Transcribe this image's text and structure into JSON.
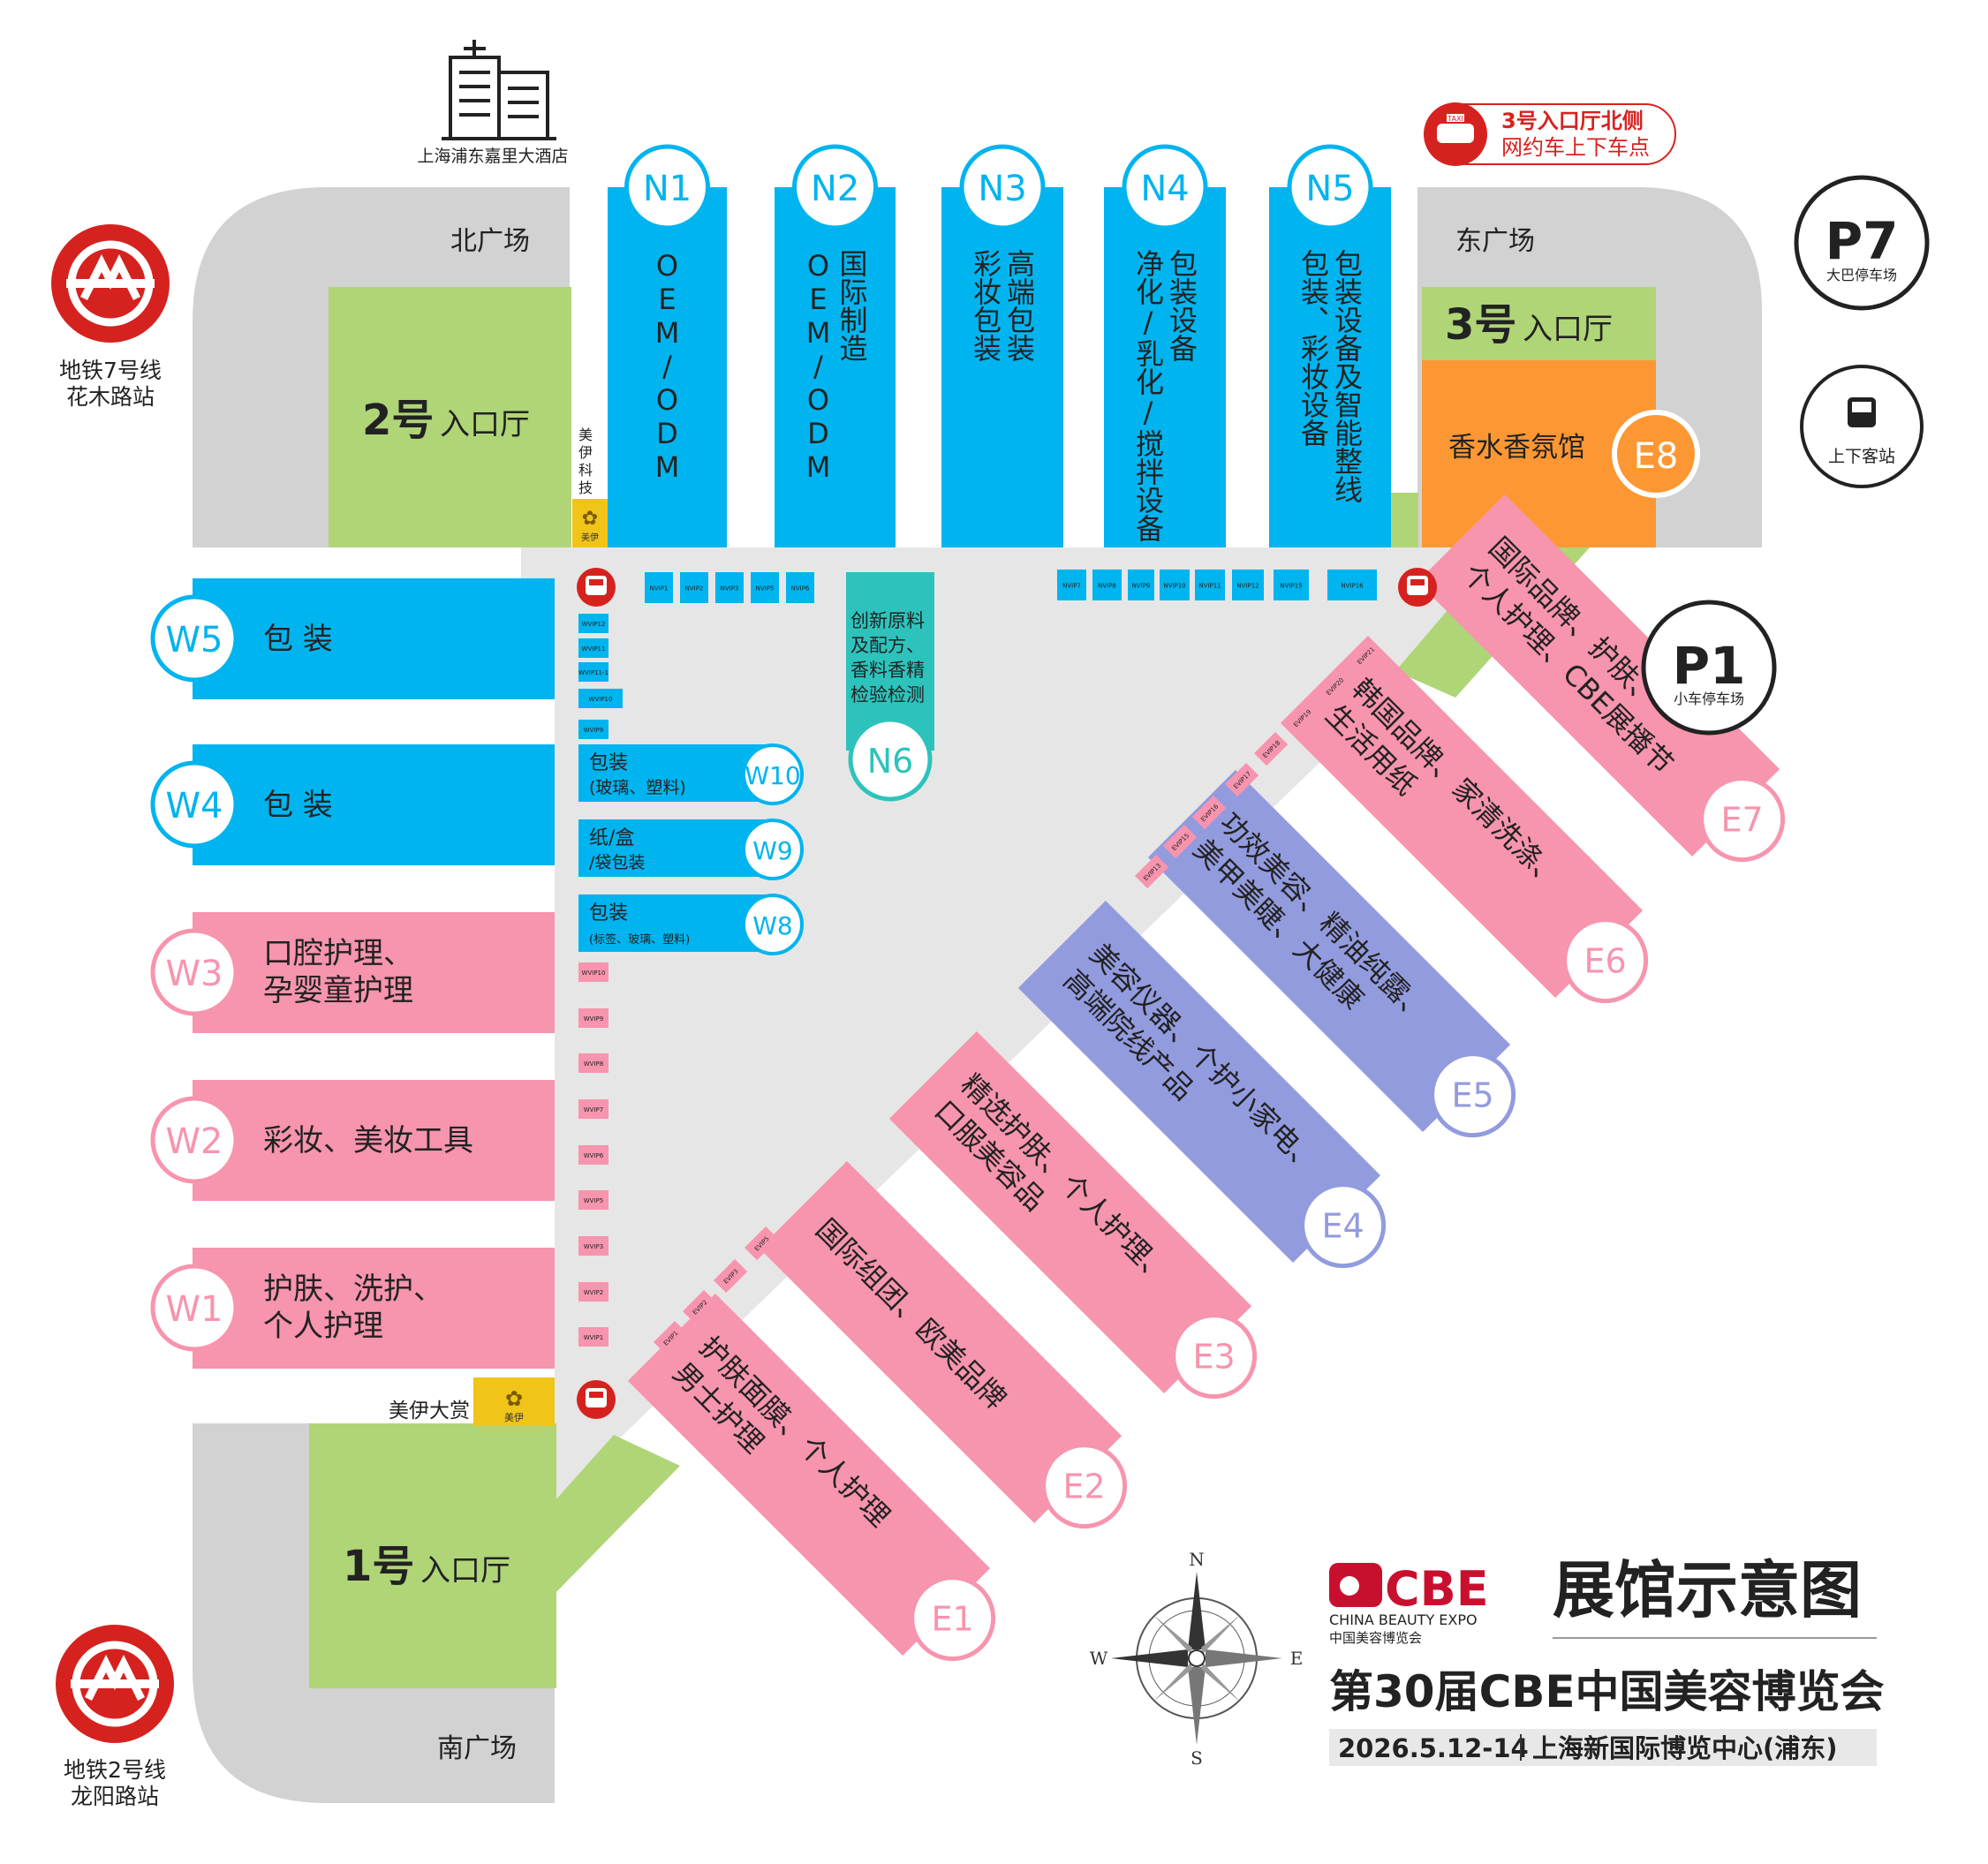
{
  "title": "展馆示意图",
  "event": {
    "name": "第30届CBE中国美容博览会",
    "date": "2026.5.12-14",
    "venue": "上海新国际博览中心(浦东)",
    "logo_text": "CBE",
    "logo_sub_en": "CHINA BEAUTY EXPO",
    "logo_sub_cn": "中国美容博览会"
  },
  "compass": {
    "n": "N",
    "s": "S",
    "e": "E",
    "w": "W"
  },
  "plazas": {
    "north": "北广场",
    "east": "东广场",
    "south": "南广场"
  },
  "entrances": {
    "e1": {
      "num": "1号",
      "label": "入口厅"
    },
    "e2": {
      "num": "2号",
      "label": "入口厅"
    },
    "e3": {
      "num": "3号",
      "label": "入口厅"
    }
  },
  "metro": {
    "line7": {
      "line": "地铁7号线",
      "station": "花木路站"
    },
    "line2": {
      "line": "地铁2号线",
      "station": "龙阳路站"
    }
  },
  "hotel": "上海浦东嘉里大酒店",
  "taxi": {
    "line1": "3号入口厅北侧",
    "line2": "网约车上下车点",
    "sign": "TAXI"
  },
  "parking": {
    "p7": {
      "code": "P7",
      "label": "大巴停车场"
    },
    "p1": {
      "code": "P1",
      "label": "小车停车场"
    },
    "bus": {
      "label": "上下客站"
    }
  },
  "meiyi": {
    "tech_chars": [
      "美",
      "伊",
      "科",
      "技"
    ],
    "award": "美伊大赏",
    "logo_label": "美伊"
  },
  "halls_north": [
    {
      "id": "N1",
      "lines": [
        "OEM/ODM"
      ]
    },
    {
      "id": "N2",
      "lines": [
        "国际制造",
        "OEM/ODM"
      ]
    },
    {
      "id": "N3",
      "lines": [
        "高端包装",
        "彩妆包装"
      ]
    },
    {
      "id": "N4",
      "lines": [
        "包装设备",
        "净化/乳化/搅拌设备"
      ]
    },
    {
      "id": "N5",
      "lines": [
        "包装设备及智能整线",
        "包装、彩妆设备"
      ]
    }
  ],
  "hall_n6": {
    "id": "N6",
    "lines": [
      "创新原料",
      "及配方、",
      "香料香精",
      "检验检测"
    ]
  },
  "hall_e8": {
    "id": "E8",
    "label": "香水香氛馆"
  },
  "halls_west": [
    {
      "id": "W5",
      "lines": [
        "包 装"
      ]
    },
    {
      "id": "W4",
      "lines": [
        "包 装"
      ]
    },
    {
      "id": "W3",
      "lines": [
        "口腔护理、",
        "孕婴童护理"
      ]
    },
    {
      "id": "W2",
      "lines": [
        "彩妆、美妆工具"
      ]
    },
    {
      "id": "W1",
      "lines": [
        "护肤、洗护、",
        "个人护理"
      ]
    }
  ],
  "halls_mid": [
    {
      "id": "W10",
      "main": "包装",
      "sub": "(玻璃、塑料)"
    },
    {
      "id": "W9",
      "main": "纸/盒",
      "sub": "/袋包装"
    },
    {
      "id": "W8",
      "main": "包装",
      "sub": "(标签、玻璃、塑料)"
    }
  ],
  "halls_east": [
    {
      "id": "E1",
      "lines": [
        "护肤面膜、个人护理",
        "男士护理"
      ]
    },
    {
      "id": "E2",
      "lines": [
        "国际组团、欧美品牌"
      ]
    },
    {
      "id": "E3",
      "lines": [
        "精选护肤、个人护理、",
        "口服美容品"
      ]
    },
    {
      "id": "E4",
      "lines": [
        "美容仪器、个护小家电、",
        "高端院线产品"
      ]
    },
    {
      "id": "E5",
      "lines": [
        "功效美容、精油纯露、",
        "美甲美睫、大健康"
      ]
    },
    {
      "id": "E6",
      "lines": [
        "韩国品牌、家清洗涤、",
        "生活用纸"
      ]
    },
    {
      "id": "E7",
      "lines": [
        "国际品牌、护肤、",
        "个人护理、CBE展播节"
      ]
    }
  ],
  "nvip": [
    "NVIP1",
    "NVIP2",
    "NVIP3",
    "NVIP5",
    "NVIP6",
    "NVIP7",
    "NVIP8",
    "NVIP9",
    "NVIP10",
    "NVIP11",
    "NVIP12",
    "NVIP15",
    "NVIP16"
  ],
  "wvip_top": [
    "WVIP12",
    "WVIP11",
    "WVIP11-1",
    "WVIP10",
    "WVIP9"
  ],
  "wvip_bottom": [
    "WVIP10",
    "WVIP9",
    "WVIP8",
    "WVIP7",
    "WVIP6",
    "WVIP5",
    "WVIP3",
    "WVIP2",
    "WVIP1"
  ],
  "evip_low": [
    "EVIP1",
    "EVIP2",
    "EVIP3",
    "EVIP5"
  ],
  "evip_high": [
    "EVIP13",
    "EVIP15",
    "EVIP16",
    "EVIP17",
    "EVIP18",
    "EVIP19",
    "EVIP20",
    "EVIP21"
  ],
  "colors": {
    "blue": "#00B4EF",
    "pink": "#F794AE",
    "purple": "#939BDF",
    "green": "#AFD577",
    "orange": "#FD9733",
    "teal": "#2DC3BC",
    "gray": "#D0D0D0",
    "floor": "#E4E4E4",
    "red": "#D6221F",
    "yellow": "#F0C419"
  }
}
